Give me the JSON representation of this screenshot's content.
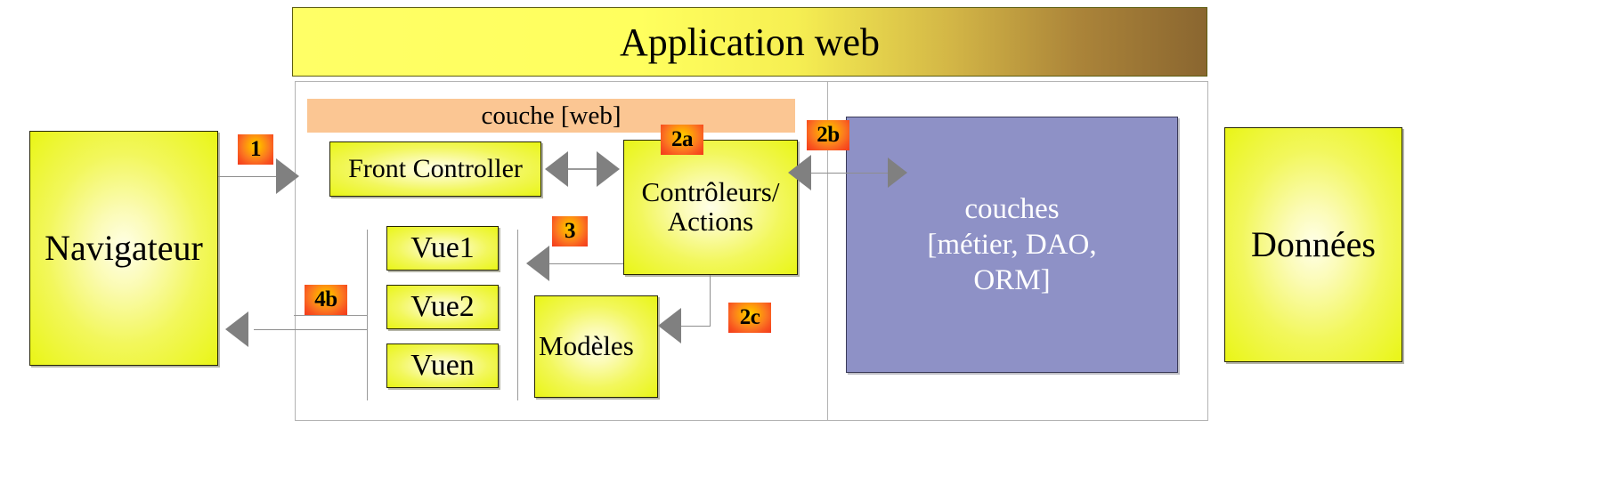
{
  "title": {
    "app_web": "Application web"
  },
  "layers": {
    "couche_web": "couche [web]",
    "business": "couches\n[métier, DAO,\nORM]",
    "business_line1": "couches",
    "business_line2": "[métier, DAO,",
    "business_line3": "ORM]"
  },
  "boxes": {
    "navigateur": "Navigateur",
    "donnees": "Données",
    "front_controller": "Front Controller",
    "controleurs": "Contrôleurs/\nActions",
    "controleurs_line1": "Contrôleurs/",
    "controleurs_line2": "Actions",
    "modeles": "Modèles",
    "vue1": "Vue1",
    "vue2": "Vue2",
    "vuen": "Vuen"
  },
  "badges": [
    {
      "id": "1",
      "label": "1"
    },
    {
      "id": "2a",
      "label": "2a"
    },
    {
      "id": "2b",
      "label": "2b"
    },
    {
      "id": "2c",
      "label": "2c"
    },
    {
      "id": "3",
      "label": "3"
    },
    {
      "id": "4b",
      "label": "4b"
    }
  ],
  "colors": {
    "box_yellow": "#e9f516",
    "box_yellow_center": "#ffffe8",
    "banner_peach": "#fbc693",
    "business_purple": "#8e91c6",
    "badge_orange": "#fb7820",
    "badge_red": "#f23a1b",
    "arrow_grey": "#808080",
    "frame_grey": "#b3b3b3",
    "title_gold": "#8a6630"
  }
}
